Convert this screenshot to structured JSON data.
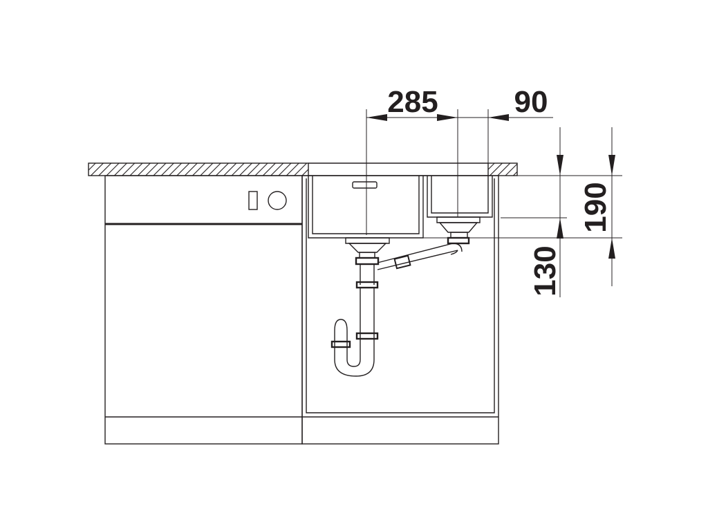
{
  "diagram": {
    "type": "sink-installation-cross-section",
    "line_color": "#231f20",
    "background": "#ffffff",
    "dimensions": {
      "bowl_offset": "285",
      "drain_offset": "90",
      "depth_main_bowl": "190",
      "depth_small_bowl": "130"
    }
  }
}
